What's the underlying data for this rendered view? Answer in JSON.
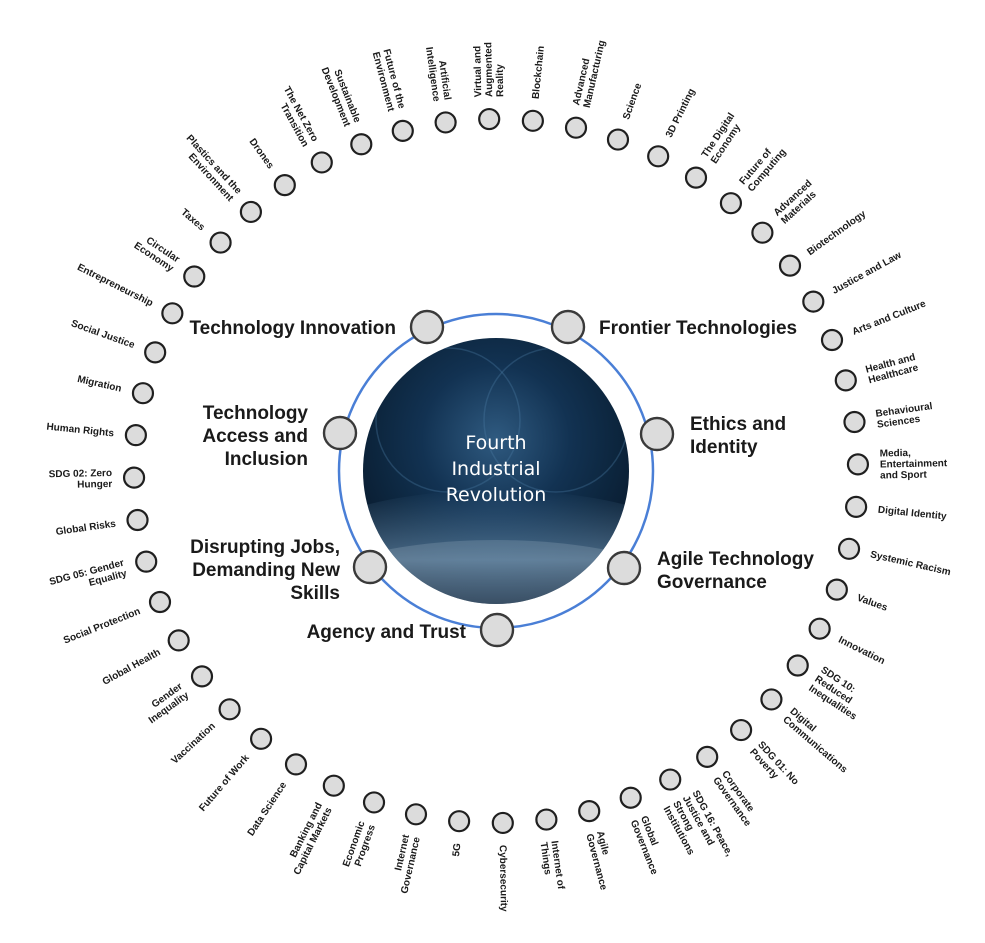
{
  "center": {
    "lines": [
      "Fourth",
      "Industrial",
      "Revolution"
    ]
  },
  "inner_topics": [
    {
      "id": "technology-innovation",
      "lines": [
        "Technology Innovation"
      ]
    },
    {
      "id": "frontier-technologies",
      "lines": [
        "Frontier Technologies"
      ]
    },
    {
      "id": "ethics-and-identity",
      "lines": [
        "Ethics and",
        "Identity"
      ]
    },
    {
      "id": "agile-technology-governance",
      "lines": [
        "Agile Technology",
        "Governance"
      ]
    },
    {
      "id": "agency-and-trust",
      "lines": [
        "Agency and Trust"
      ]
    },
    {
      "id": "disrupting-jobs",
      "lines": [
        "Disrupting Jobs,",
        "Demanding New",
        "Skills"
      ]
    },
    {
      "id": "technology-access-and-inclusion",
      "lines": [
        "Technology",
        "Access and",
        "Inclusion"
      ]
    }
  ],
  "outer_topics": [
    {
      "lines": [
        "Artificial",
        "Intelligence"
      ]
    },
    {
      "lines": [
        "Virtual and",
        "Augmented",
        "Reality"
      ]
    },
    {
      "lines": [
        "Blockchain"
      ]
    },
    {
      "lines": [
        "Advanced",
        "Manufacturing"
      ]
    },
    {
      "lines": [
        "Science"
      ]
    },
    {
      "lines": [
        "3D Printing"
      ]
    },
    {
      "lines": [
        "The Digital",
        "Economy"
      ]
    },
    {
      "lines": [
        "Future of",
        "Computing"
      ]
    },
    {
      "lines": [
        "Advanced",
        "Materials"
      ]
    },
    {
      "lines": [
        "Biotechnology"
      ]
    },
    {
      "lines": [
        "Justice and Law"
      ]
    },
    {
      "lines": [
        "Arts and Culture"
      ]
    },
    {
      "lines": [
        "Health and",
        "Healthcare"
      ]
    },
    {
      "lines": [
        "Behavioural",
        "Sciences"
      ]
    },
    {
      "lines": [
        "Media,",
        "Entertainment",
        "and Sport"
      ]
    },
    {
      "lines": [
        "Digital Identity"
      ]
    },
    {
      "lines": [
        "Systemic Racism"
      ]
    },
    {
      "lines": [
        "Values"
      ]
    },
    {
      "lines": [
        "Innovation"
      ]
    },
    {
      "lines": [
        "SDG 10:",
        "Reduced",
        "Inequalities"
      ]
    },
    {
      "lines": [
        "Digital",
        "Communications"
      ]
    },
    {
      "lines": [
        "SDG 01: No",
        "Poverty"
      ]
    },
    {
      "lines": [
        "Corporate",
        "Governance"
      ]
    },
    {
      "lines": [
        "SDG 16: Peace,",
        "Justice and",
        "Strong",
        "Institutions"
      ]
    },
    {
      "lines": [
        "Global",
        "Governance"
      ]
    },
    {
      "lines": [
        "Agile",
        "Governance"
      ]
    },
    {
      "lines": [
        "Internet of",
        "Things"
      ]
    },
    {
      "lines": [
        "Cybersecurity"
      ]
    },
    {
      "lines": [
        "5G"
      ]
    },
    {
      "lines": [
        "Internet",
        "Governance"
      ]
    },
    {
      "lines": [
        "Economic",
        "Progress"
      ]
    },
    {
      "lines": [
        "Banking and",
        "Capital Markets"
      ]
    },
    {
      "lines": [
        "Data Science"
      ]
    },
    {
      "lines": [
        "Future of Work"
      ]
    },
    {
      "lines": [
        "Vaccination"
      ]
    },
    {
      "lines": [
        "Gender",
        "Inequality"
      ]
    },
    {
      "lines": [
        "Global Health"
      ]
    },
    {
      "lines": [
        "Social Protection"
      ]
    },
    {
      "lines": [
        "SDG 05: Gender",
        "Equality"
      ]
    },
    {
      "lines": [
        "Global Risks"
      ]
    },
    {
      "lines": [
        "SDG 02: Zero",
        "Hunger"
      ]
    },
    {
      "lines": [
        "Human Rights"
      ]
    },
    {
      "lines": [
        "Migration"
      ]
    },
    {
      "lines": [
        "Social Justice"
      ]
    },
    {
      "lines": [
        "Entrepreneurship"
      ]
    },
    {
      "lines": [
        "Circular",
        "Economy"
      ]
    },
    {
      "lines": [
        "Taxes"
      ]
    },
    {
      "lines": [
        "Plastics and the",
        "Environment"
      ]
    },
    {
      "lines": [
        "Drones"
      ]
    },
    {
      "lines": [
        "The Net Zero",
        "Transition"
      ]
    },
    {
      "lines": [
        "Sustainable",
        "Development"
      ]
    },
    {
      "lines": [
        "Future of the",
        "Environment"
      ]
    }
  ],
  "colors": {
    "ring": "#4a7fd6",
    "node_fill": "#dcdcdc",
    "node_stroke": "#1f1f1f",
    "center_dark": "#0e2a45",
    "center_mid": "#3f6f95",
    "text": "#1a1a1a"
  }
}
